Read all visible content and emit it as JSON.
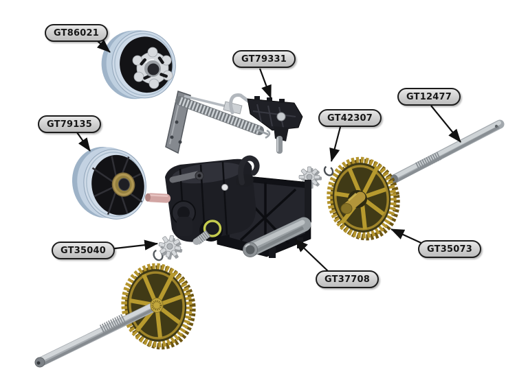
{
  "diagram": {
    "kind": "exploded-parts-diagram",
    "background": "#ffffff",
    "callouts": [
      {
        "text": "GT86021",
        "points_to": "upper-blue-rim-pulley"
      },
      {
        "text": "GT79331",
        "points_to": "tension-bracket-spring-assembly"
      },
      {
        "text": "GT12477",
        "points_to": "long-axle-shaft-right"
      },
      {
        "text": "GT79135",
        "points_to": "lower-blue-rim-pulley"
      },
      {
        "text": "GT42307",
        "points_to": "retaining-ring"
      },
      {
        "text": "GT35040",
        "points_to": "small-pinion-gear"
      },
      {
        "text": "GT37708",
        "points_to": "axle-tube"
      },
      {
        "text": "GT35073",
        "points_to": "large-brass-gear"
      }
    ],
    "colors": {
      "callout_fill": "#cfcfcf",
      "callout_border": "#1b1b1b",
      "callout_text": "#161616",
      "arrow": "#111111",
      "brass_teeth": "#b4942c",
      "gear_face": "#403a16",
      "steel": "#a6abb0",
      "pulley_rim_blue": "#cddae8",
      "housing_black": "#1d1e24",
      "pink_shaft": "#d2a5a3",
      "spline_ring_yellow": "#c5cc4e",
      "background": "#ffffff"
    }
  }
}
